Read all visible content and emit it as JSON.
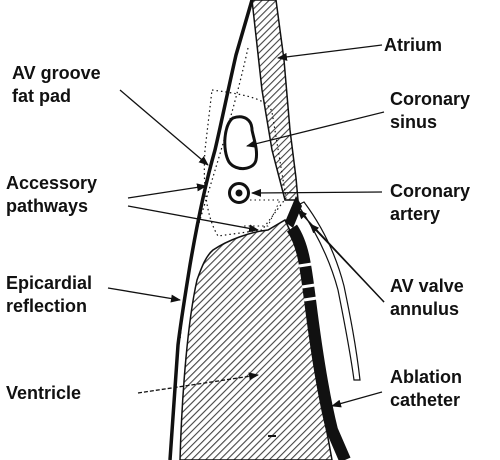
{
  "labels": {
    "atrium": "Atrium",
    "av_groove_fat_pad": [
      "AV groove",
      "fat pad"
    ],
    "coronary_sinus": [
      "Coronary",
      "sinus"
    ],
    "accessory_pathways": [
      "Accessory",
      "pathways"
    ],
    "coronary_artery": [
      "Coronary",
      "artery"
    ],
    "epicardial_reflection": [
      "Epicardial",
      "reflection"
    ],
    "av_valve_annulus": [
      "AV valve",
      "annulus"
    ],
    "ventricle": "Ventricle",
    "ablation_catheter": [
      "Ablation",
      "catheter"
    ]
  },
  "colors": {
    "ink": "#111111",
    "hatch": "#444444",
    "background": "#ffffff"
  }
}
